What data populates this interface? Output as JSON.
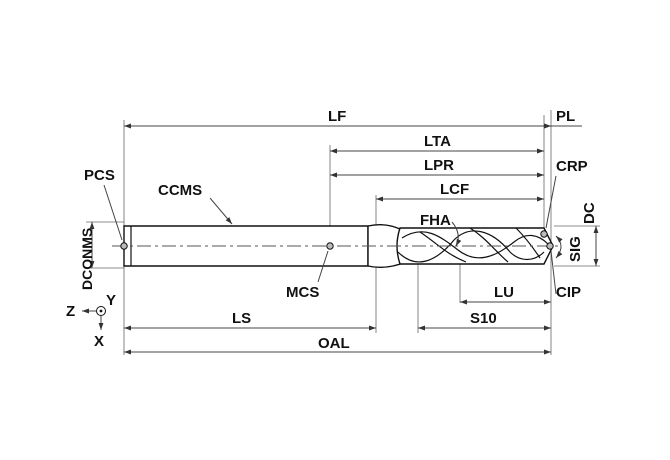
{
  "labels": {
    "lf": "LF",
    "pl": "PL",
    "lta": "LTA",
    "lpr": "LPR",
    "lcf": "LCF",
    "pcs": "PCS",
    "ccms": "CCMS",
    "crp": "CRP",
    "fha": "FHA",
    "dconms": "DCONMS",
    "dc": "DC",
    "sig": "SIG",
    "mcs": "MCS",
    "lu": "LU",
    "cip": "CIP",
    "ls": "LS",
    "s10": "S10",
    "oal": "OAL",
    "axis_z": "Z",
    "axis_y": "Y",
    "axis_x": "X"
  },
  "colors": {
    "line": "#111111",
    "dimension": "#444444",
    "point_fill": "#bbbbbb",
    "background": "#ffffff"
  }
}
